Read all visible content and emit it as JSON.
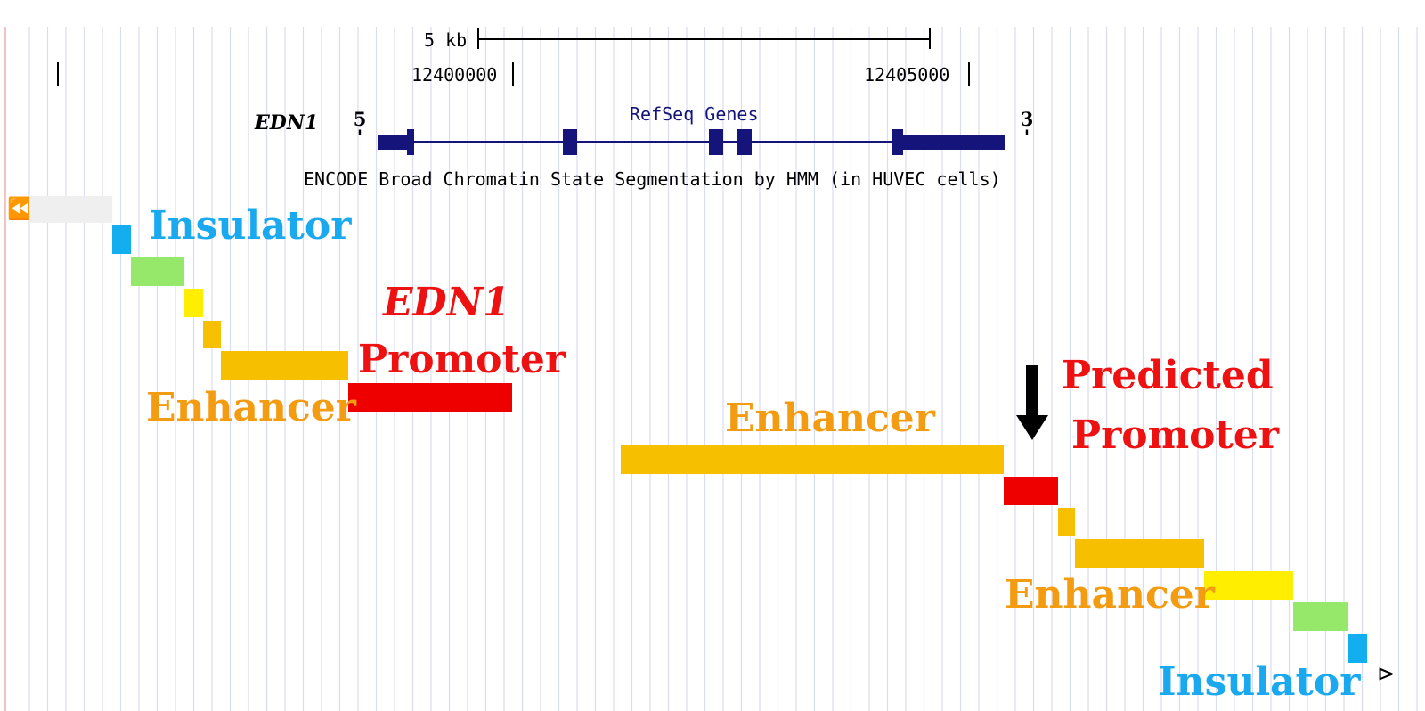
{
  "scale": {
    "label": "5 kb"
  },
  "coordinates": {
    "left": "12400000",
    "right": "12405000"
  },
  "gene": {
    "name": "EDN1",
    "five_prime": "5",
    "three_prime": "3",
    "prime_mark": "'",
    "track_label": "RefSeq Genes"
  },
  "track": {
    "title": "ENCODE Broad Chromatin State Segmentation by HMM (in HUVEC cells)"
  },
  "annotations": {
    "insulator_left": "Insulator",
    "enhancer_left": "Enhancer",
    "promoter_gene": "EDN1",
    "promoter_label": "Promoter",
    "enhancer_mid": "Enhancer",
    "predicted_line1": "Predicted",
    "predicted_line2": "Promoter",
    "enhancer_right": "Enhancer",
    "insulator_right": "Insulator"
  },
  "colors": {
    "insulator": "#12aef0",
    "weak_enhancer": "#95e86a",
    "yellow": "#ffee00",
    "strong_enhancer": "#f6c000",
    "promoter": "#ee0000",
    "heterochromatin": "#efefef",
    "insulator_text": "#1aa9ef",
    "enhancer_text": "#f39c12",
    "promoter_text": "#ee1111",
    "gene": "#14147a"
  },
  "icons": {
    "left": "double-left-arrow-icon",
    "right": "right-arrow-icon"
  }
}
